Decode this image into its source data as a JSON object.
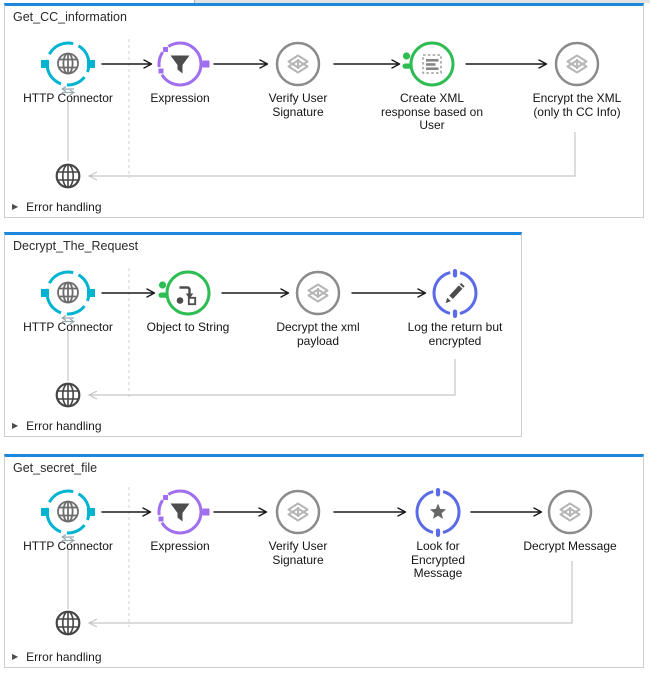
{
  "colors": {
    "flow_accent_blue": "#1d86dd",
    "http_cyan": "#00b3d1",
    "expression_purple": "#a06ff0",
    "transformer_green": "#2ebd52",
    "logger_indigo": "#5b6ae6",
    "processor_gray": "#8b8b8b"
  },
  "flows": [
    {
      "title": "Get_CC_information",
      "error_handling_label": "Error handling",
      "nodes": [
        {
          "label": "HTTP Connector",
          "icon": "globe-icon"
        },
        {
          "label": "Expression",
          "icon": "filter-icon"
        },
        {
          "label": "Verify User Signature",
          "icon": "processor-icon"
        },
        {
          "label": "Create XML response based on User",
          "icon": "document-icon"
        },
        {
          "label": "Encrypt the XML (only th CC Info)",
          "icon": "processor-icon"
        }
      ]
    },
    {
      "title": "Decrypt_The_Request",
      "error_handling_label": "Error handling",
      "nodes": [
        {
          "label": "HTTP Connector",
          "icon": "globe-icon"
        },
        {
          "label": "Object to String",
          "icon": "transformer-icon"
        },
        {
          "label": "Decrypt the xml payload",
          "icon": "processor-icon"
        },
        {
          "label": "Log the return but encrypted",
          "icon": "pencil-icon"
        }
      ]
    },
    {
      "title": "Get_secret_file",
      "error_handling_label": "Error handling",
      "nodes": [
        {
          "label": "HTTP Connector",
          "icon": "globe-icon"
        },
        {
          "label": "Expression",
          "icon": "filter-icon"
        },
        {
          "label": "Verify User Signature",
          "icon": "processor-icon"
        },
        {
          "label": "Look for Encrypted Message",
          "icon": "star-icon"
        },
        {
          "label": "Decrypt Message",
          "icon": "processor-icon"
        }
      ]
    }
  ]
}
